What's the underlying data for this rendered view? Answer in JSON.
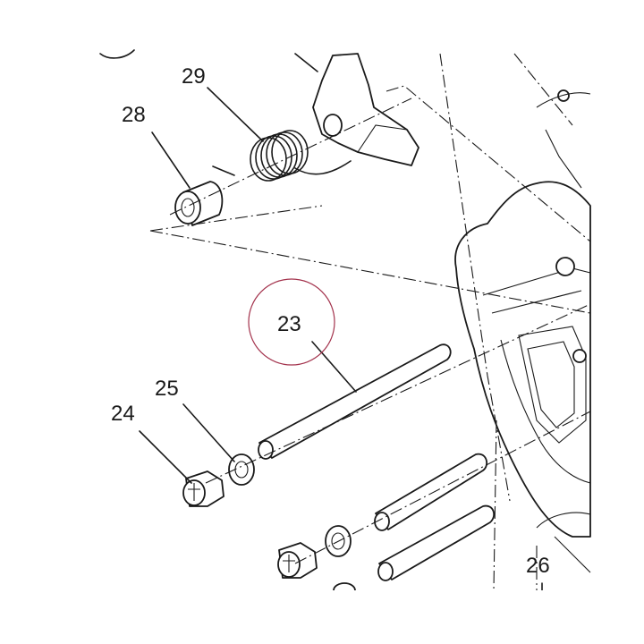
{
  "diagram": {
    "callouts": [
      {
        "id": "29",
        "label": "29"
      },
      {
        "id": "28",
        "label": "28"
      },
      {
        "id": "23",
        "label": "23"
      },
      {
        "id": "25",
        "label": "25"
      },
      {
        "id": "24",
        "label": "24"
      },
      {
        "id": "26",
        "label": "26"
      }
    ],
    "highlight_color": "#a3324c",
    "line_color": "#1a1a1a",
    "highlighted_callout": "23"
  }
}
